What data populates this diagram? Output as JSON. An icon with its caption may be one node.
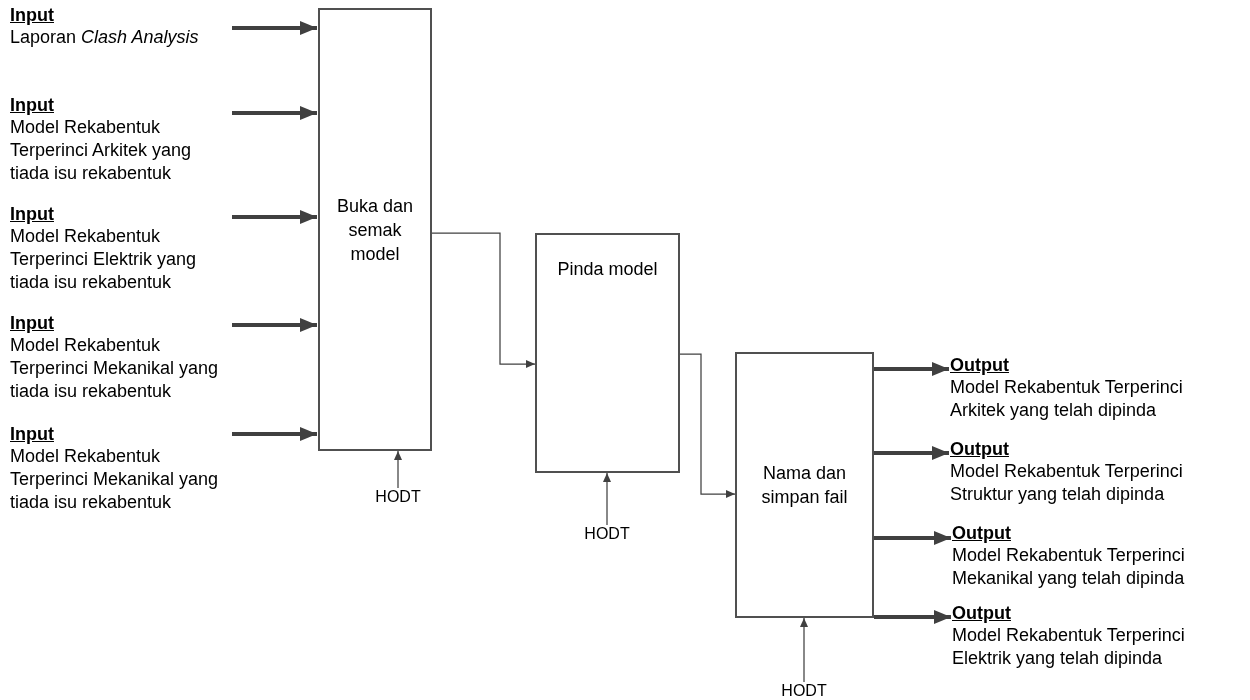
{
  "diagram": {
    "nodes": [
      {
        "text": [
          "Buka dan semak model"
        ]
      },
      {
        "text": [
          "Pinda model"
        ]
      },
      {
        "text": [
          "Nama dan simpan fail"
        ]
      },
      {
        "text": [
          "Input",
          "Laporan *Clash Analysis*"
        ]
      },
      {
        "text": [
          "Input",
          "Model Rekabentuk Terperinci Arkitek yang tiada isu rekabentuk"
        ]
      },
      {
        "text": [
          "Input",
          "Model Rekabentuk Terperinci Elektrik yang tiada isu rekabentuk"
        ]
      },
      {
        "text": [
          "Input",
          "Model Rekabentuk Terperinci Mekanikal yang tiada isu rekabentuk"
        ]
      },
      {
        "text": [
          "Input",
          "Model Rekabentuk Terperinci Mekanikal yang tiada isu rekabentuk"
        ]
      },
      {
        "text": [
          "HODT"
        ]
      },
      {
        "text": [
          "HODT"
        ]
      },
      {
        "text": [
          "HODT"
        ]
      },
      {
        "text": [
          "Output",
          "Model Rekabentuk Terperinci Arkitek yang telah dipinda"
        ]
      },
      {
        "text": [
          "Output",
          "Model Rekabentuk Terperinci Struktur yang telah dipinda"
        ]
      },
      {
        "text": [
          "Output",
          "Model Rekabentuk Terperinci Mekanikal yang telah dipinda"
        ]
      },
      {
        "text": [
          "Output",
          "Model Rekabentuk Terperinci Elektrik yang telah dipinda"
        ]
      }
    ],
    "edges": [
      {
        "from": 3,
        "to": 0,
        "arrow": "to"
      },
      {
        "from": 4,
        "to": 0,
        "arrow": "to"
      },
      {
        "from": 5,
        "to": 0,
        "arrow": "to"
      },
      {
        "from": 6,
        "to": 0,
        "arrow": "to"
      },
      {
        "from": 7,
        "to": 0,
        "arrow": "to"
      },
      {
        "from": 0,
        "to": 1,
        "arrow": "to"
      },
      {
        "from": 1,
        "to": 2,
        "arrow": "to"
      },
      {
        "from": 8,
        "to": 0,
        "arrow": "to"
      },
      {
        "from": 9,
        "to": 1,
        "arrow": "to"
      },
      {
        "from": 10,
        "to": 2,
        "arrow": "to"
      },
      {
        "from": 2,
        "to": 11,
        "arrow": "to"
      },
      {
        "from": 2,
        "to": 12,
        "arrow": "to"
      },
      {
        "from": 2,
        "to": 13,
        "arrow": "to"
      },
      {
        "from": 2,
        "to": 14,
        "arrow": "to"
      }
    ]
  }
}
